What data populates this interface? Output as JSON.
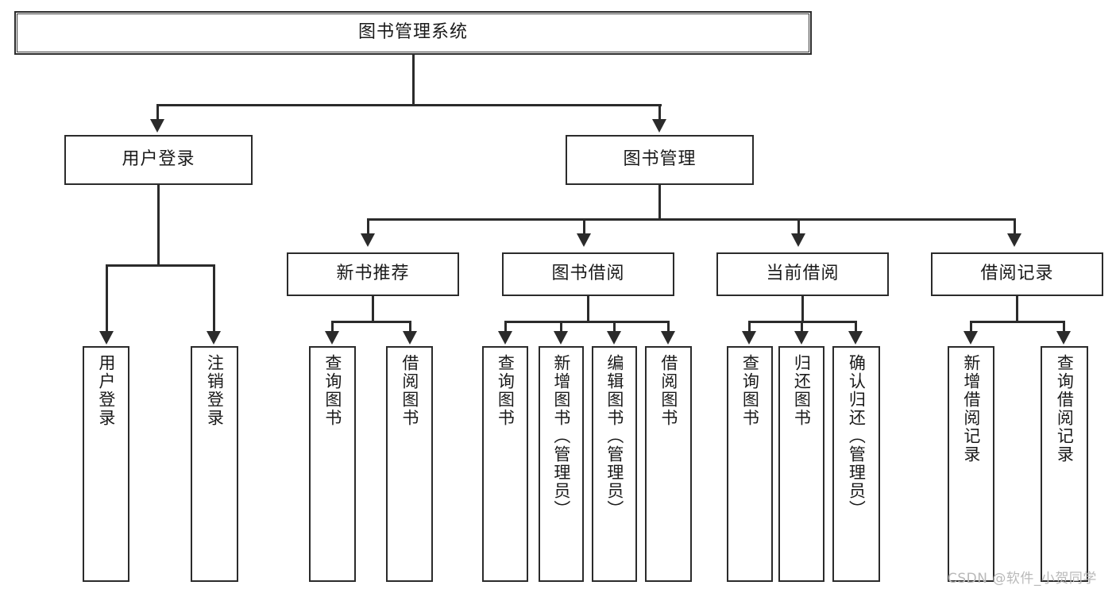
{
  "diagram": {
    "type": "tree",
    "title": "图书管理系统",
    "orientation": "top-down",
    "colors": {
      "box_border": "#2b2b2b",
      "box_fill": "#ffffff",
      "connector": "#2b2b2b",
      "background": "#ffffff",
      "watermark": "#b9b9b9"
    }
  },
  "root": {
    "label": "图书管理系统"
  },
  "level2": [
    {
      "label": "用户登录"
    },
    {
      "label": "图书管理"
    }
  ],
  "level3": [
    {
      "label": "新书推荐"
    },
    {
      "label": "图书借阅"
    },
    {
      "label": "当前借阅"
    },
    {
      "label": "借阅记录"
    }
  ],
  "leaves": {
    "user_login": [
      {
        "label": "用户登录"
      },
      {
        "label": "注销登录"
      }
    ],
    "new_book_recommend": [
      {
        "label": "查询图书"
      },
      {
        "label": "借阅图书"
      }
    ],
    "book_borrow": [
      {
        "label": "查询图书"
      },
      {
        "label": "新增图书（管理员）"
      },
      {
        "label": "编辑图书（管理员）"
      },
      {
        "label": "借阅图书"
      }
    ],
    "current_borrow": [
      {
        "label": "查询图书"
      },
      {
        "label": "归还图书"
      },
      {
        "label": "确认归还（管理员）"
      }
    ],
    "borrow_record": [
      {
        "label": "新增借阅记录"
      },
      {
        "label": "查询借阅记录"
      }
    ]
  },
  "watermark": {
    "text": "CSDN @软件_小贺同学"
  }
}
